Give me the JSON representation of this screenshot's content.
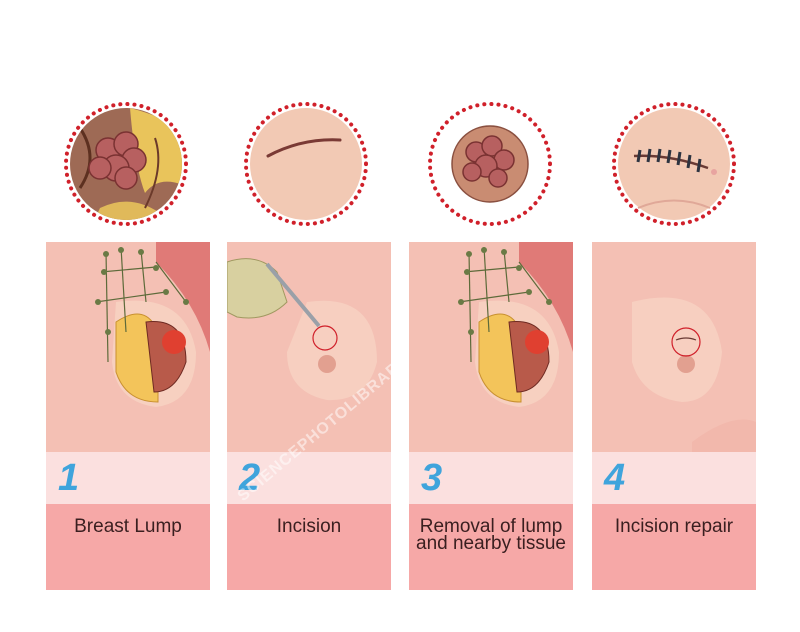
{
  "steps": [
    {
      "number": "1",
      "label": "Breast Lump"
    },
    {
      "number": "2",
      "label": "Incision"
    },
    {
      "number": "3",
      "label": "Removal of lump and nearby tissue"
    },
    {
      "number": "4",
      "label": "Incision repair"
    }
  ],
  "watermark": {
    "text": "SCIENCEPHOTOLIBRARY"
  },
  "colors": {
    "skin": "#f7c8c4",
    "number_band": "#fbe0df",
    "label_band": "#f6a8a7",
    "number_text": "#3fa4dc",
    "dotted_circle": "#d0202a"
  }
}
